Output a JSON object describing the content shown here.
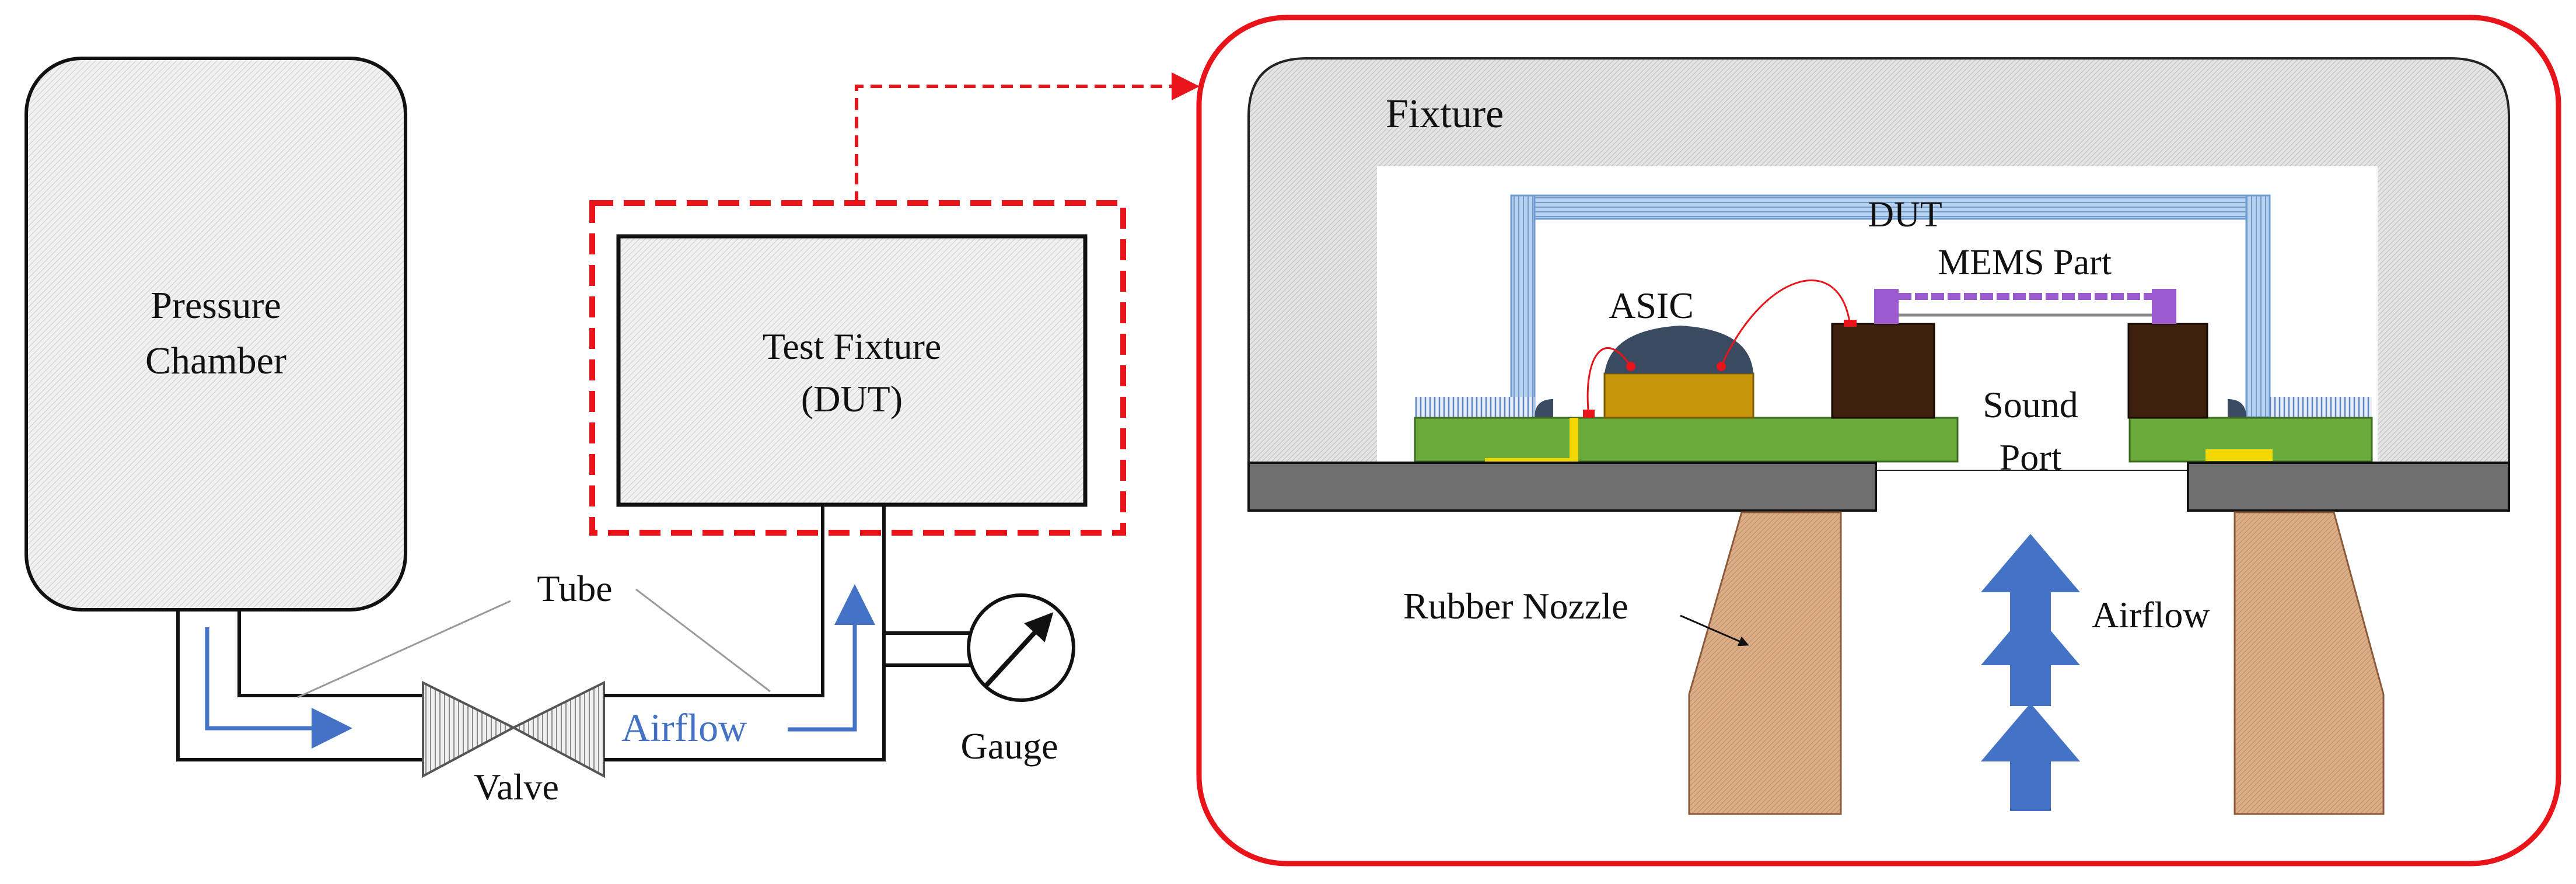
{
  "left_schematic": {
    "pressure_chamber": [
      "Pressure",
      "Chamber"
    ],
    "test_fixture": [
      "Test Fixture",
      "(DUT)"
    ],
    "tube": "Tube",
    "valve": "Valve",
    "airflow": "Airflow",
    "gauge": "Gauge"
  },
  "detail_view": {
    "fixture": "Fixture",
    "dut": "DUT",
    "mems_part": "MEMS Part",
    "asic": "ASIC",
    "sound_port": [
      "Sound",
      "Port"
    ],
    "rubber_nozzle": "Rubber Nozzle",
    "airflow": "Airflow"
  },
  "colors": {
    "callout_red": "#e8141a",
    "airflow_blue": "#4472c4",
    "pcb_green": "#6aaa3a",
    "asic_body": "#c8960a",
    "asic_dome": "#3a4a60",
    "mems_block": "#3d1f0e",
    "mems_membrane": "#9b59d0",
    "dut_lid": "#9ec0e6",
    "nozzle": "#d8a47e",
    "plate": "#6f6f6f",
    "solder_pad": "#f2d800"
  }
}
